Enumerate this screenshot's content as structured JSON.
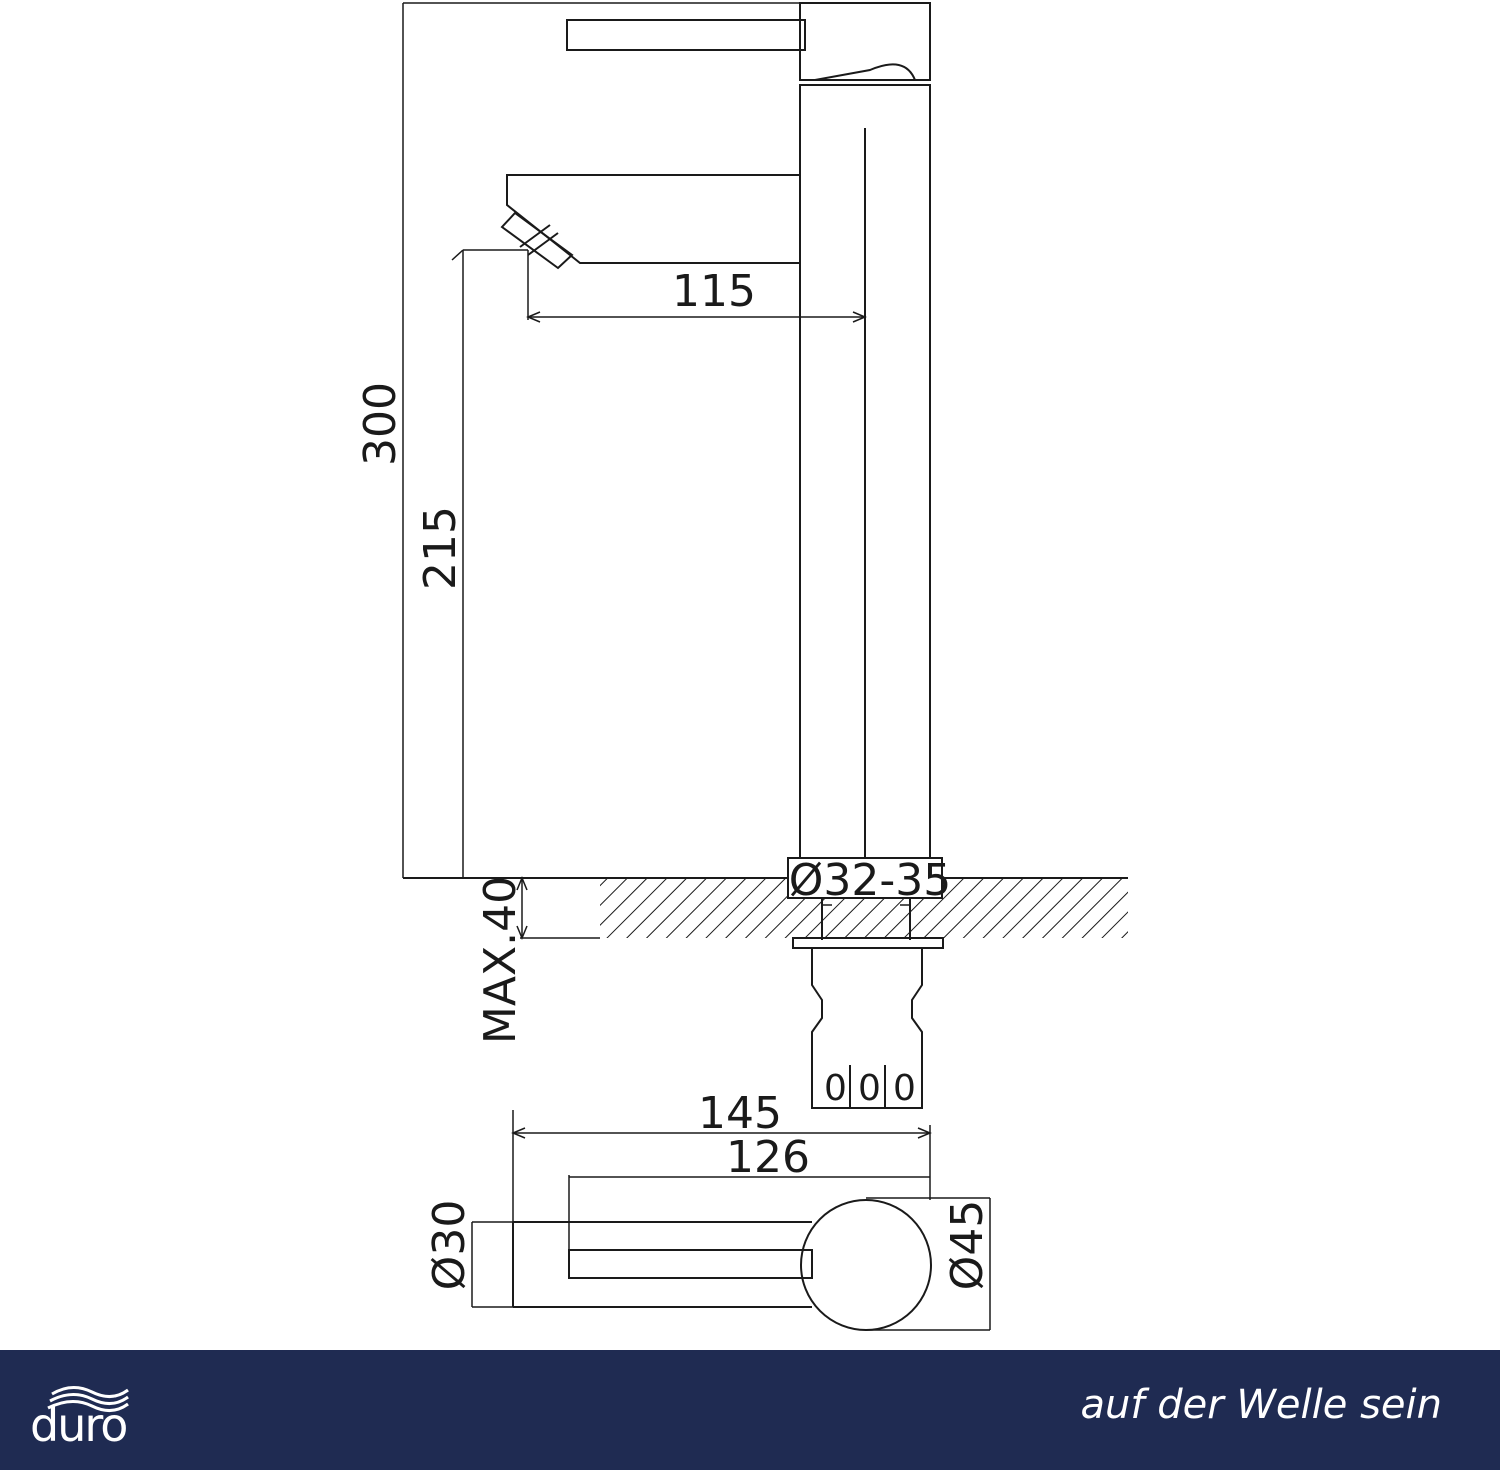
{
  "dimensions": {
    "total_height": "300",
    "spout_height": "215",
    "spout_reach": "115",
    "max_deck_thickness": "MAX.40",
    "hole_diameter": "Ø32-35",
    "top_length": "145",
    "handle_length": "126",
    "spout_diameter": "Ø30",
    "body_diameter": "Ø45"
  },
  "connector_marks": [
    "0",
    "0",
    "0"
  ],
  "brand": {
    "logo_text": "duro",
    "logo_icon": "wave-icon",
    "slogan": "auf der Welle sein"
  },
  "colors": {
    "footer_background": "#1f2b52",
    "line": "#1a1a1a",
    "footer_text": "#ffffff"
  }
}
